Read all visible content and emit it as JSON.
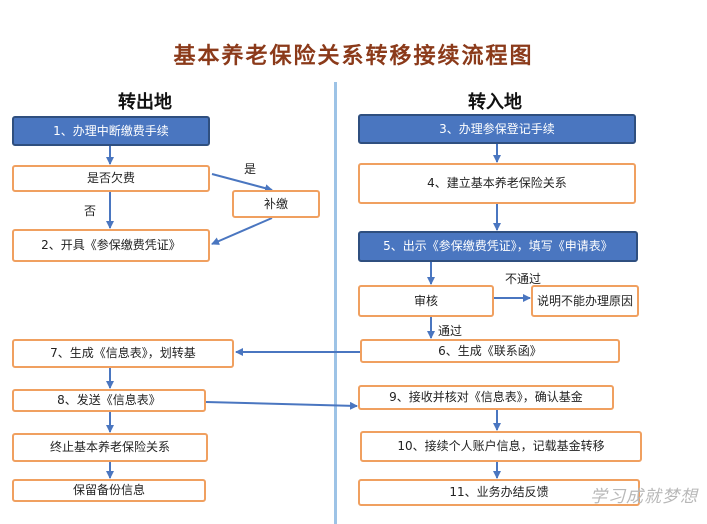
{
  "title": "基本养老保险关系转移接续流程图",
  "left_header": "转出地",
  "right_header": "转入地",
  "left_steps": {
    "s1": "1、办理中断缴费手续",
    "arrears": "是否欠费",
    "pay": "补缴",
    "s2": "2、开具《参保缴费凭证》",
    "s7": "7、生成《信息表》，划转基",
    "s8": "8、发送《信息表》",
    "terminate": "终止基本养老保险关系",
    "backup": "保留备份信息"
  },
  "right_steps": {
    "s3": "3、办理参保登记手续",
    "s4": "4、建立基本养老保险关系",
    "s5": "5、出示《参保缴费凭证》，填写《申请表》",
    "review": "审核",
    "explain": "说明不能办理原因",
    "s6": "6、生成《联系函》",
    "s9": "9、接收并核对《信息表》，确认基金",
    "s10": "10、接续个人账户信息，记载基金转移",
    "s11": "11、业务办结反馈"
  },
  "edge_labels": {
    "yes": "是",
    "no": "否",
    "not_pass": "不通过",
    "pass": "通过"
  },
  "watermark": "学习成就梦想",
  "colors": {
    "title": "#8b3a1a",
    "box_border": "#f0a060",
    "blue_fill": "#4a76c0",
    "arrow": "#4a76c0",
    "divider": "#9dc3e6"
  }
}
